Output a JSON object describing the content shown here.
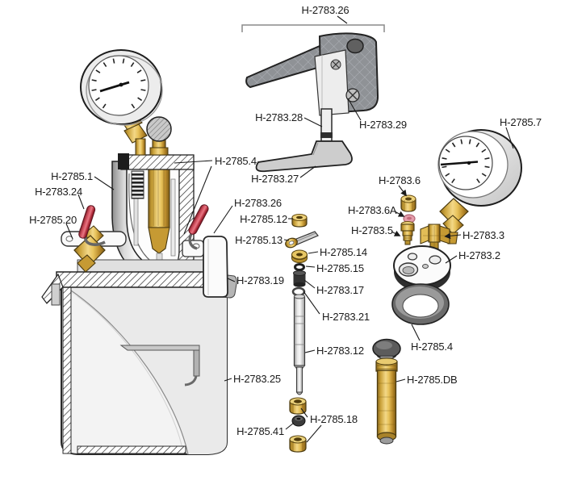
{
  "figure": {
    "background": "#ffffff",
    "label_color": "#1a1a1a",
    "colors": {
      "brass": "#d9a93f",
      "red_handle": "#c8404f",
      "pink_seal": "#e59dab",
      "steel_gray": "#d6d6d6",
      "hatch_stroke": "#2f2f2f",
      "clamp_gray": "#8f9296"
    }
  },
  "labels": [
    {
      "text": "H-2783.26"
    },
    {
      "text": "H-2783.28"
    },
    {
      "text": "H-2783.29"
    },
    {
      "text": "H-2785.7"
    },
    {
      "text": "H-2783.27"
    },
    {
      "text": "H-2785.4"
    },
    {
      "text": "H-2785.1"
    },
    {
      "text": "H-2783.24"
    },
    {
      "text": "H-2785.20"
    },
    {
      "text": "H-2783.26"
    },
    {
      "text": "H-2785.12"
    },
    {
      "text": "H-2785.13"
    },
    {
      "text": "H-2783.6"
    },
    {
      "text": "H-2783.6A"
    },
    {
      "text": "H-2783.5"
    },
    {
      "text": "H-2785.14"
    },
    {
      "text": "H-2785.15"
    },
    {
      "text": "H-2783.3"
    },
    {
      "text": "H-2783.2"
    },
    {
      "text": "H-2783.17"
    },
    {
      "text": "H-2783.19"
    },
    {
      "text": "H-2783.21"
    },
    {
      "text": "H-2783.12"
    },
    {
      "text": "H-2783.25"
    },
    {
      "text": "H-2785.4"
    },
    {
      "text": "H-2785.DB"
    },
    {
      "text": "H-2785.18"
    },
    {
      "text": "H-2785.41"
    }
  ]
}
